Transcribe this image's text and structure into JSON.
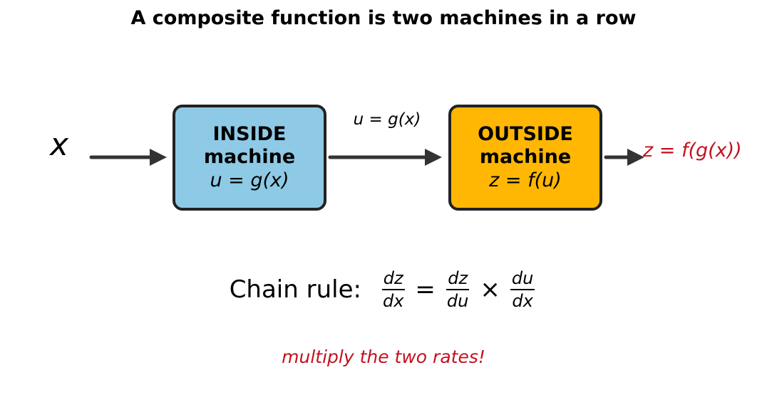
{
  "title": "A composite function is two machines in a row",
  "input_label": "x",
  "inside_machine": {
    "name_line1": "INSIDE",
    "name_line2": "machine",
    "formula": "u = g(x)"
  },
  "middle_label": "u = g(x)",
  "outside_machine": {
    "name_line1": "OUTSIDE",
    "name_line2": "machine",
    "formula": "z = f(u)"
  },
  "output_label": "z = f(g(x))",
  "chain_rule": {
    "prefix": "Chain rule:",
    "lhs_num": "dz",
    "lhs_den": "dx",
    "equals": "=",
    "r1_num": "dz",
    "r1_den": "du",
    "times": "×",
    "r2_num": "du",
    "r2_den": "dx"
  },
  "note": "multiply the two rates!",
  "colors": {
    "inside_fill": "#8ecae6",
    "outside_fill": "#ffb703",
    "arrow": "#333333",
    "accent_red": "#c1121f"
  }
}
